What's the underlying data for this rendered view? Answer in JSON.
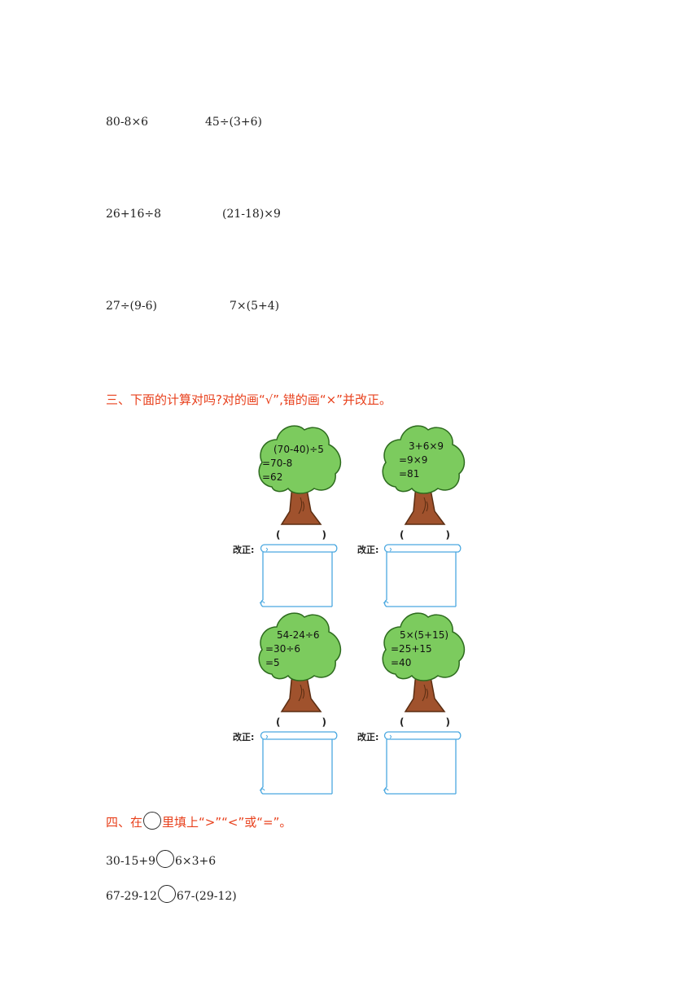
{
  "calc_rows": [
    {
      "left": "80-8×6",
      "right": "45÷(3+6)"
    },
    {
      "left": "26+16÷8",
      "right": "(21-18)×9"
    },
    {
      "left": "27÷(9-6)",
      "right": "7×(5+4)"
    }
  ],
  "section3": {
    "heading": "三、下面的计算对吗?对的画“√”,错的画“×”并改正。",
    "correction_label": "改正:",
    "paren_open": "(",
    "paren_close": ")",
    "trees": [
      {
        "line1": "(70-40)÷5",
        "line2": "=70-8",
        "line3": "=62"
      },
      {
        "line1": "3+6×9",
        "line2": "=9×9",
        "line3": "=81"
      },
      {
        "line1": "54-24÷6",
        "line2": "=30÷6",
        "line3": "=5"
      },
      {
        "line1": "5×(5+15)",
        "line2": "=25+15",
        "line3": "=40"
      }
    ]
  },
  "section4": {
    "heading_before": "四、在",
    "heading_after": "里填上“>”“<”或“=”。",
    "rows": [
      {
        "left": "30-15+9",
        "right": "6×3+6"
      },
      {
        "left": "67-29-12",
        "right": "67-(29-12)"
      }
    ]
  },
  "colors": {
    "heading": "#e8401c",
    "foliage": "#7ccb5e",
    "trunk": "#a0522d",
    "scroll": "#4aa8e0"
  }
}
